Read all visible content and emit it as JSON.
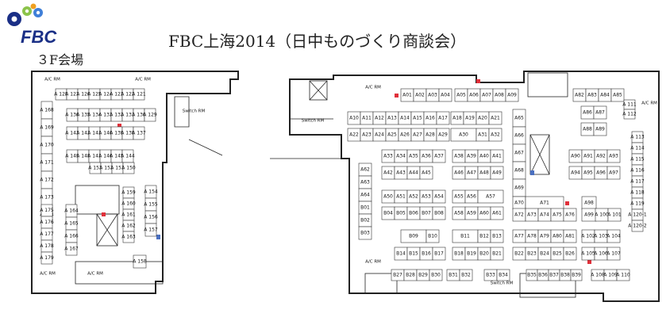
{
  "header": {
    "logo_text": "FBC",
    "title": "FBC上海2014（日中ものづくり商談会）",
    "floor": "３F会場"
  },
  "colors": {
    "logo_blue": "#1a2f86",
    "gear_green": "#8bc34a",
    "gear_orange": "#f0a020",
    "gear_blue": "#3f7fd8",
    "red_accent": "#e0303a",
    "blue_accent": "#4a6fc0"
  },
  "zone_labels": [
    "A/C RM",
    "A/C RM",
    "A/C RM",
    "A/C RM",
    "A/C RM",
    "A/C RM",
    "A/C RM",
    "Switch RM",
    "Switch RM",
    "Switch RM"
  ],
  "booths": [
    {
      "label": "A 128"
    },
    {
      "label": "A 127"
    },
    {
      "label": "A 126"
    },
    {
      "label": "A 125"
    },
    {
      "label": "A 124"
    },
    {
      "label": "A 123"
    },
    {
      "label": "A 122"
    },
    {
      "label": "A 121"
    },
    {
      "label": "A 136"
    },
    {
      "label": "A 135"
    },
    {
      "label": "A 134"
    },
    {
      "label": "A 133"
    },
    {
      "label": "A 132"
    },
    {
      "label": "A 131"
    },
    {
      "label": "A 130"
    },
    {
      "label": "A 129"
    },
    {
      "label": "A 143"
    },
    {
      "label": "A 142"
    },
    {
      "label": "A 141"
    },
    {
      "label": "A 140"
    },
    {
      "label": "A 139"
    },
    {
      "label": "A 138"
    },
    {
      "label": "A 137"
    },
    {
      "label": "A 149"
    },
    {
      "label": "A 148"
    },
    {
      "label": "A 147"
    },
    {
      "label": "A 146"
    },
    {
      "label": "A 145"
    },
    {
      "label": "A 144"
    },
    {
      "label": "A 153"
    },
    {
      "label": "A 152"
    },
    {
      "label": "A 151"
    },
    {
      "label": "A 150"
    },
    {
      "label": "A 168"
    },
    {
      "label": "A 169"
    },
    {
      "label": "A 170"
    },
    {
      "label": "A 171"
    },
    {
      "label": "A 172"
    },
    {
      "label": "A 173"
    },
    {
      "label": "A 174"
    },
    {
      "label": "A 175"
    },
    {
      "label": "A 176"
    },
    {
      "label": "A 177"
    },
    {
      "label": "A 178"
    },
    {
      "label": "A 179"
    },
    {
      "label": "A 164"
    },
    {
      "label": "A 165"
    },
    {
      "label": "A 166"
    },
    {
      "label": "A 167"
    },
    {
      "label": "A 159"
    },
    {
      "label": "A 160"
    },
    {
      "label": "A 161"
    },
    {
      "label": "A 162"
    },
    {
      "label": "A 163"
    },
    {
      "label": "A 154"
    },
    {
      "label": "A 155"
    },
    {
      "label": "A 156"
    },
    {
      "label": "A 157"
    },
    {
      "label": "A 158"
    },
    {
      "label": "A01"
    },
    {
      "label": "A02"
    },
    {
      "label": "A03"
    },
    {
      "label": "A04"
    },
    {
      "label": "A05"
    },
    {
      "label": "A06"
    },
    {
      "label": "A07"
    },
    {
      "label": "A08"
    },
    {
      "label": "A09"
    },
    {
      "label": "A10"
    },
    {
      "label": "A11"
    },
    {
      "label": "A12"
    },
    {
      "label": "A13"
    },
    {
      "label": "A14"
    },
    {
      "label": "A15"
    },
    {
      "label": "A16"
    },
    {
      "label": "A17"
    },
    {
      "label": "A18"
    },
    {
      "label": "A19"
    },
    {
      "label": "A20"
    },
    {
      "label": "A21"
    },
    {
      "label": "A22"
    },
    {
      "label": "A23"
    },
    {
      "label": "A24"
    },
    {
      "label": "A25"
    },
    {
      "label": "A26"
    },
    {
      "label": "A27"
    },
    {
      "label": "A28"
    },
    {
      "label": "A29"
    },
    {
      "label": "A30"
    },
    {
      "label": "A31"
    },
    {
      "label": "A32"
    },
    {
      "label": "A33"
    },
    {
      "label": "A34"
    },
    {
      "label": "A35"
    },
    {
      "label": "A36"
    },
    {
      "label": "A37"
    },
    {
      "label": "A38"
    },
    {
      "label": "A39"
    },
    {
      "label": "A40"
    },
    {
      "label": "A41"
    },
    {
      "label": "A42"
    },
    {
      "label": "A43"
    },
    {
      "label": "A44"
    },
    {
      "label": "A45"
    },
    {
      "label": "A46"
    },
    {
      "label": "A47"
    },
    {
      "label": "A48"
    },
    {
      "label": "A49"
    },
    {
      "label": "A50"
    },
    {
      "label": "A51"
    },
    {
      "label": "A52"
    },
    {
      "label": "A53"
    },
    {
      "label": "A54"
    },
    {
      "label": "A55"
    },
    {
      "label": "A56"
    },
    {
      "label": "A57"
    },
    {
      "label": "B04"
    },
    {
      "label": "B05"
    },
    {
      "label": "B06"
    },
    {
      "label": "B07"
    },
    {
      "label": "B08"
    },
    {
      "label": "A58"
    },
    {
      "label": "A59"
    },
    {
      "label": "A60"
    },
    {
      "label": "A61"
    },
    {
      "label": "A62"
    },
    {
      "label": "A63"
    },
    {
      "label": "A64"
    },
    {
      "label": "B01"
    },
    {
      "label": "B02"
    },
    {
      "label": "B03"
    },
    {
      "label": "B09"
    },
    {
      "label": "B10"
    },
    {
      "label": "B11"
    },
    {
      "label": "B12"
    },
    {
      "label": "B13"
    },
    {
      "label": "B14"
    },
    {
      "label": "B15"
    },
    {
      "label": "B16"
    },
    {
      "label": "B17"
    },
    {
      "label": "B18"
    },
    {
      "label": "B19"
    },
    {
      "label": "B20"
    },
    {
      "label": "B21"
    },
    {
      "label": "B27"
    },
    {
      "label": "B28"
    },
    {
      "label": "B29"
    },
    {
      "label": "B30"
    },
    {
      "label": "B31"
    },
    {
      "label": "B32"
    },
    {
      "label": "B33"
    },
    {
      "label": "B34"
    },
    {
      "label": "B35"
    },
    {
      "label": "B36"
    },
    {
      "label": "B37"
    },
    {
      "label": "B38"
    },
    {
      "label": "B39"
    },
    {
      "label": "A65"
    },
    {
      "label": "A66"
    },
    {
      "label": "A67"
    },
    {
      "label": "A68"
    },
    {
      "label": "A69"
    },
    {
      "label": "A70"
    },
    {
      "label": "A71"
    },
    {
      "label": "A72"
    },
    {
      "label": "A73"
    },
    {
      "label": "A74"
    },
    {
      "label": "A75"
    },
    {
      "label": "A76"
    },
    {
      "label": "A77"
    },
    {
      "label": "A78"
    },
    {
      "label": "A79"
    },
    {
      "label": "A80"
    },
    {
      "label": "A81"
    },
    {
      "label": "B22"
    },
    {
      "label": "B23"
    },
    {
      "label": "B24"
    },
    {
      "label": "B25"
    },
    {
      "label": "B26"
    },
    {
      "label": "A82"
    },
    {
      "label": "A83"
    },
    {
      "label": "A84"
    },
    {
      "label": "A85"
    },
    {
      "label": "A86"
    },
    {
      "label": "A87"
    },
    {
      "label": "A88"
    },
    {
      "label": "A89"
    },
    {
      "label": "A90"
    },
    {
      "label": "A91"
    },
    {
      "label": "A92"
    },
    {
      "label": "A93"
    },
    {
      "label": "A94"
    },
    {
      "label": "A95"
    },
    {
      "label": "A96"
    },
    {
      "label": "A97"
    },
    {
      "label": "A98"
    },
    {
      "label": "A99"
    },
    {
      "label": "A 100"
    },
    {
      "label": "A 101"
    },
    {
      "label": "A 102"
    },
    {
      "label": "A 103"
    },
    {
      "label": "A 104"
    },
    {
      "label": "A 105"
    },
    {
      "label": "A 106"
    },
    {
      "label": "A 107"
    },
    {
      "label": "A 108"
    },
    {
      "label": "A 109"
    },
    {
      "label": "A 110"
    },
    {
      "label": "A 111"
    },
    {
      "label": "A 112"
    },
    {
      "label": "A 113"
    },
    {
      "label": "A 114"
    },
    {
      "label": "A 115"
    },
    {
      "label": "A 116"
    },
    {
      "label": "A 117"
    },
    {
      "label": "A 118"
    },
    {
      "label": "A 119"
    },
    {
      "label": "A 120-1"
    },
    {
      "label": "A 120-2"
    }
  ]
}
